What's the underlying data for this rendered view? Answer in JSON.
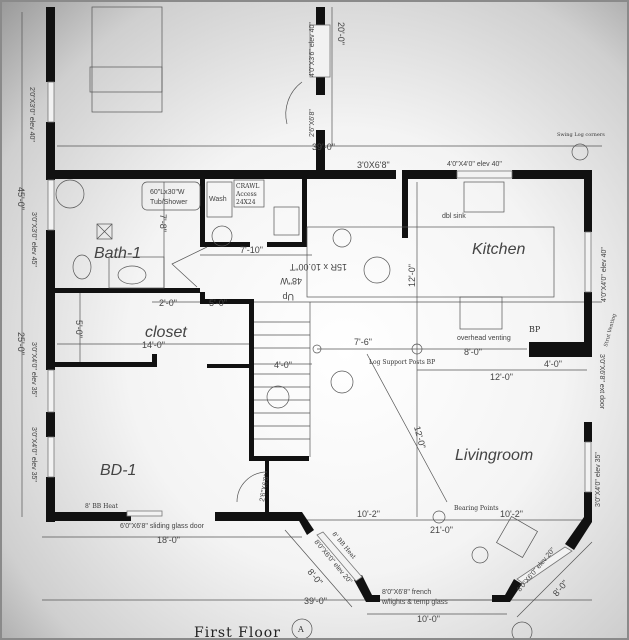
{
  "plan": {
    "title": "First Floor",
    "sheet_mark": "A",
    "rooms": {
      "bath": "Bath-1",
      "closet": "closet",
      "kitchen": "Kitchen",
      "livingroom": "Livingroom",
      "bedroom": "BD-1"
    },
    "fixtures": {
      "tub": "60\"Lx30\"W",
      "tub2": "Tub/Shower",
      "wash": "Wash",
      "crawl1": "CRAWL",
      "crawl2": "Access",
      "crawl3": "24X24",
      "sink": "dbl sink",
      "venting": "overhead venting",
      "stairs1": "48\"W",
      "stairs2": "15R x 10.00\"T",
      "up": "Up",
      "bearing": "Bearing Points",
      "logsupport": "Log Support Posts BP",
      "bp": "BP",
      "bbheat1": "8' BB Heat",
      "bbheat2": "8' BB Heat",
      "sliding": "6'0\"X6'8\" sliding glass door",
      "french1": "8'0\"X6'8\" french",
      "french2": "w/lights & temp glass",
      "swing": "Swing Log corners",
      "strut": "Strut Venting"
    },
    "openings": {
      "w_left_top": "2'0\"X3'0\" elev 40\"",
      "w_bath": "3'0\"X3'0\" elev 45\"",
      "w_bd1a": "3'0\"X4'0\" elev 35\"",
      "w_bd1b": "3'0\"X4'0\" elev 35\"",
      "w_top_mid": "4'0\"X3'6\" elev 40\"",
      "d_top": "2'6\"X6'8\"",
      "d_entry": "3'0X6'8\"",
      "w_kitchen_top": "4'0\"X4'0\" elev 40\"",
      "w_kitchen_right": "4'0\"X4'0\" elev 40\"",
      "d_ext": "3'0\"X6'8\" ext door",
      "w_living_right": "3'0\"X4'0\" elev 35\"",
      "w_diag_left": "8'0\"X6'0\" elev 20\"",
      "w_diag_right": "8'0\"X6'0\" elev 20\"",
      "d_bd1": "2'6\"X6'8\""
    },
    "dimensions": {
      "top_39": "39'-0\"",
      "top_20": "20'-0\"",
      "left_45": "45'-0\"",
      "left_25": "25'-0\"",
      "bath_78": "7'-8\"",
      "hall_710": "7'-10\"",
      "d2": "2'-0\"",
      "d5": "5'-0\"",
      "closet_5": "5'-0\"",
      "closet_14": "14'-0\"",
      "stair_4": "4'-0\"",
      "k_12": "12'-0\"",
      "d76": "7'-6\"",
      "d8": "8'-0\"",
      "d4": "4'-0\"",
      "lr_12h": "12'-0\"",
      "lr_12v": "12'-0\"",
      "b18": "18'-0\"",
      "b1021": "10'-2\"",
      "b1022": "10'-2\"",
      "b21": "21'-0\"",
      "bottom_39": "39'-0\"",
      "bottom_10": "10'-0\"",
      "diag_8a": "8'-0\"",
      "diag_8b": "8'-0\""
    }
  }
}
